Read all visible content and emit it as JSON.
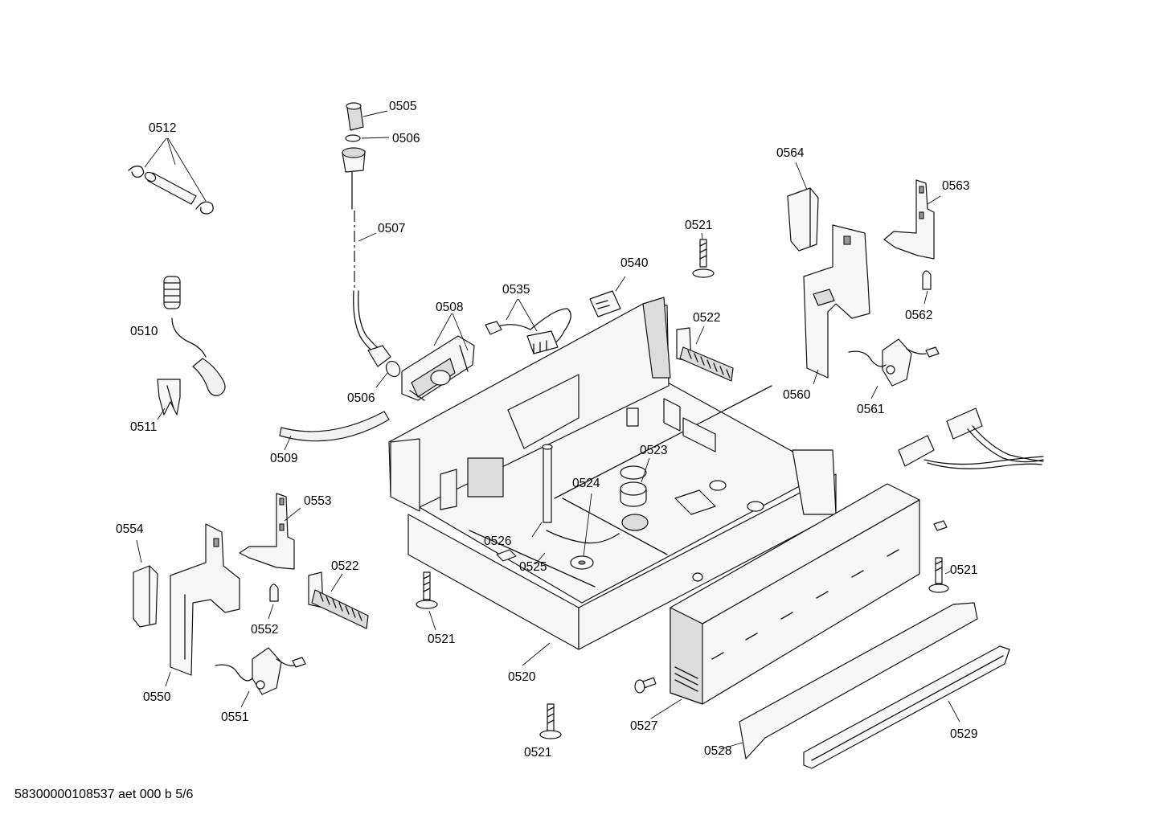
{
  "callouts": {
    "c0505": "0505",
    "c0506a": "0506",
    "c0506b": "0506",
    "c0507": "0507",
    "c0508": "0508",
    "c0509": "0509",
    "c0510": "0510",
    "c0511": "0511",
    "c0512": "0512",
    "c0520": "0520",
    "c0521a": "0521",
    "c0521b": "0521",
    "c0521c": "0521",
    "c0521d": "0521",
    "c0522a": "0522",
    "c0522b": "0522",
    "c0523": "0523",
    "c0524": "0524",
    "c0525": "0525",
    "c0526": "0526",
    "c0527": "0527",
    "c0528": "0528",
    "c0529": "0529",
    "c0535": "0535",
    "c0540": "0540",
    "c0550": "0550",
    "c0551": "0551",
    "c0552": "0552",
    "c0553": "0553",
    "c0554": "0554",
    "c0560": "0560",
    "c0561": "0561",
    "c0562": "0562",
    "c0563": "0563",
    "c0564": "0564"
  },
  "footer": {
    "drawing_id": "58300000108537 aet 000 b 5/6"
  }
}
